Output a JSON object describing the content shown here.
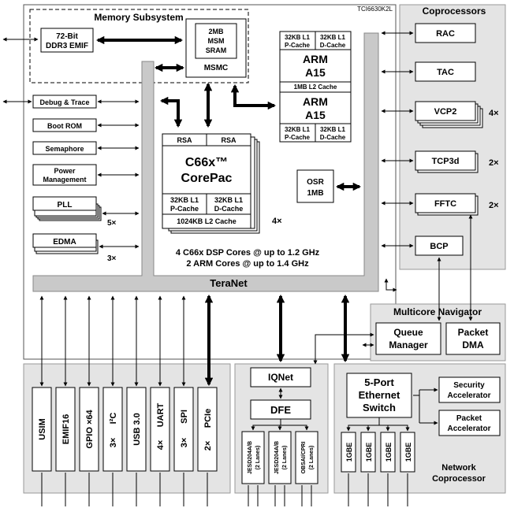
{
  "doc_id": "TCI6630K2L",
  "memory": {
    "title": "Memory Subsystem",
    "emif_l1": "72-Bit",
    "emif_l2": "DDR3 EMIF",
    "sram_l1": "2MB",
    "sram_l2": "MSM",
    "sram_l3": "SRAM",
    "msmc": "MSMC"
  },
  "arm": {
    "p_cache_a": "32KB L1",
    "p_cache_b": "P-Cache",
    "d_cache_a": "32KB L1",
    "d_cache_b": "D-Cache",
    "core_l1": "ARM",
    "core_l2": "A15",
    "l2_cache": "1MB L2 Cache"
  },
  "left_periph": {
    "debug": "Debug & Trace",
    "boot": "Boot ROM",
    "semaphore": "Semaphore",
    "power_l1": "Power",
    "power_l2": "Management",
    "pll": "PLL",
    "pll_mult": "5×",
    "edma": "EDMA",
    "edma_mult": "3×"
  },
  "corepac": {
    "rsa": "RSA",
    "name_l1": "C66x™",
    "name_l2": "CorePac",
    "p_cache_a": "32KB L1",
    "p_cache_b": "P-Cache",
    "d_cache_a": "32KB L1",
    "d_cache_b": "D-Cache",
    "l2_cache": "1024KB L2 Cache",
    "mult": "4×"
  },
  "osr": {
    "l1": "OSR",
    "l2": "1MB"
  },
  "cores_line1": "4 C66x DSP Cores @ up to 1.2 GHz",
  "cores_line2": "2 ARM Cores @ up to 1.4 GHz",
  "teranet": "TeraNet",
  "coprocessors": {
    "title": "Coprocessors",
    "rac": "RAC",
    "tac": "TAC",
    "vcp2": "VCP2",
    "vcp2_mult": "4×",
    "tcp3d": "TCP3d",
    "tcp3d_mult": "2×",
    "fftc": "FFTC",
    "fftc_mult": "2×",
    "bcp": "BCP"
  },
  "navigator": {
    "title": "Multicore Navigator",
    "qm_l1": "Queue",
    "qm_l2": "Manager",
    "pd_l1": "Packet",
    "pd_l2": "DMA"
  },
  "io": {
    "usim": "USIM",
    "emif16": "EMIF16",
    "gpio": "GPIO ×64",
    "i2c_mult": "3×",
    "i2c": "I²C",
    "usb": "USB 3.0",
    "uart_mult": "4×",
    "uart": "UART",
    "spi_mult": "3×",
    "spi": "SPI",
    "pcie_mult": "2×",
    "pcie": "PCIe"
  },
  "dfe": {
    "iqnet": "IQNet",
    "dfe": "DFE",
    "jesd1_a": "JESD204A/B",
    "jesd1_b": "(2 Lanes)",
    "jesd2_a": "JESD204A/B",
    "jesd2_b": "(2 Lanes)",
    "obsai_a": "OBSAI/CPRI",
    "obsai_b": "(2 Lanes)"
  },
  "netcp": {
    "switch_l1": "5-Port",
    "switch_l2": "Ethernet",
    "switch_l3": "Switch",
    "sec_l1": "Security",
    "sec_l2": "Accelerator",
    "pa_l1": "Packet",
    "pa_l2": "Accelerator",
    "gbe": "1GBE",
    "title_l1": "Network",
    "title_l2": "Coprocessor"
  }
}
